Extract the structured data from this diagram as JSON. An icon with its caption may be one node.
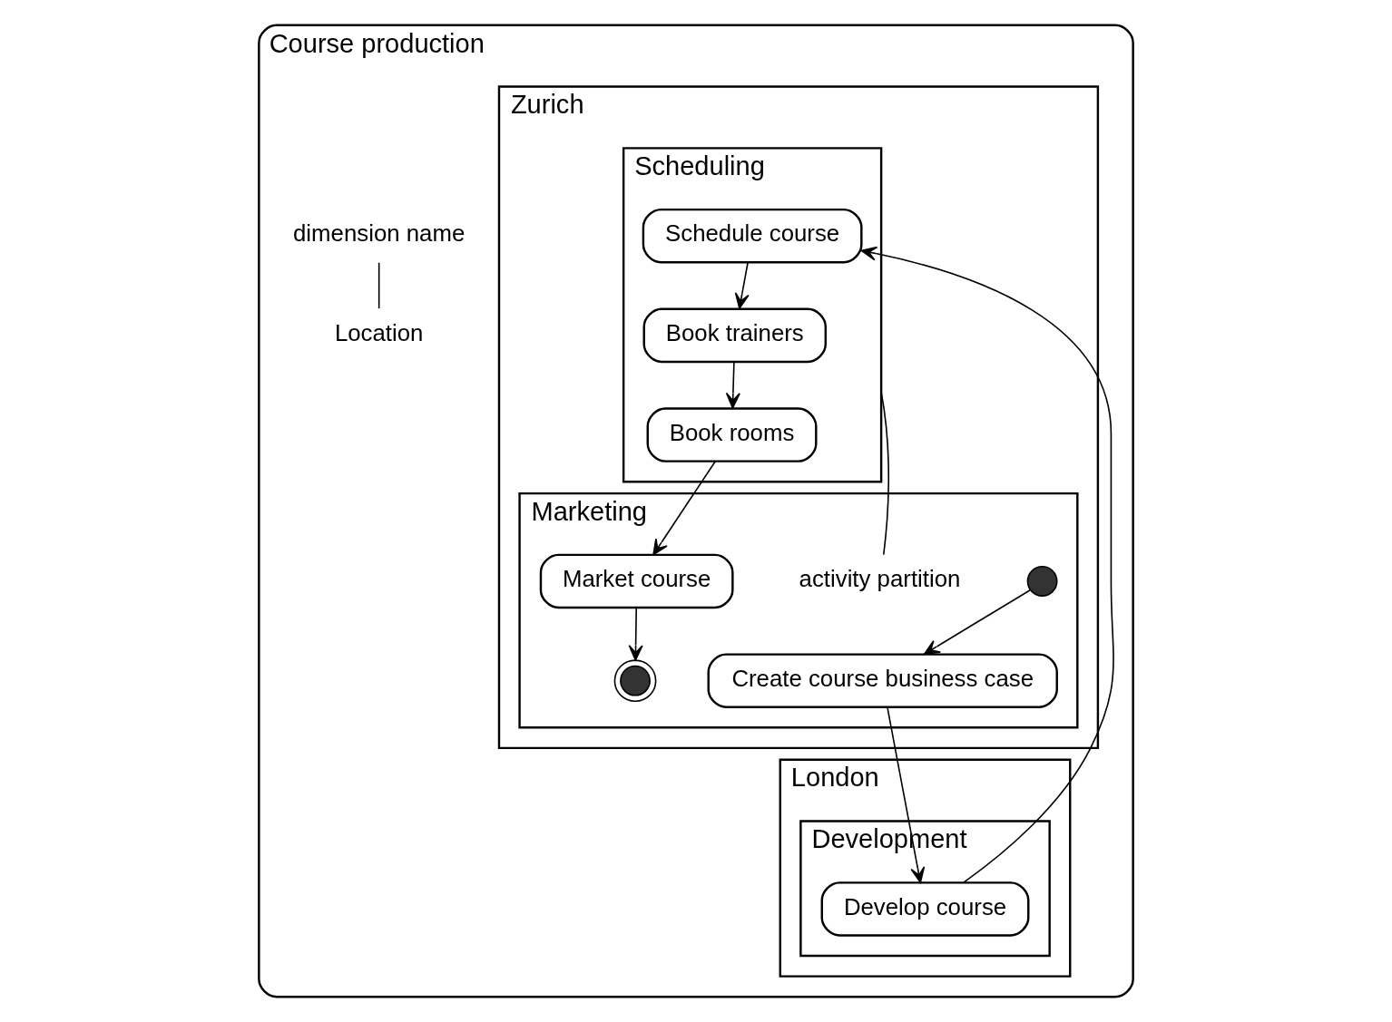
{
  "diagram": {
    "nodes": [
      {
        "text": [
          "Course production"
        ]
      },
      {
        "text": [
          "dimension name"
        ],
        "in": 0
      },
      {
        "text": [
          "Location"
        ],
        "in": 0
      },
      {
        "text": [
          "Zurich"
        ],
        "in": 0
      },
      {
        "text": [
          "Marketing"
        ],
        "in": 3
      },
      {
        "text": [
          "Scheduling"
        ],
        "in": 3
      },
      {
        "text": [
          "London"
        ],
        "in": 0
      },
      {
        "text": [
          "Development"
        ],
        "in": 6
      },
      {
        "text": [],
        "shape": "circle",
        "in": 4
      },
      {
        "text": [
          "Create course business case"
        ],
        "in": 4
      },
      {
        "text": [
          "Develop course"
        ],
        "in": 7
      },
      {
        "text": [
          "Schedule course"
        ],
        "in": 5
      },
      {
        "text": [
          "activity partition"
        ],
        "in": 4
      },
      {
        "text": [
          "Book trainers"
        ],
        "in": 5
      },
      {
        "text": [
          "Market course"
        ],
        "in": 4
      },
      {
        "text": [
          "Book rooms"
        ],
        "in": 5
      },
      {
        "text": [],
        "shape": "circle",
        "in": 4
      }
    ],
    "edges": [
      {
        "from": 1,
        "to": 2,
        "arrow": "none"
      },
      {
        "from": 8,
        "to": 9,
        "arrow": "to"
      },
      {
        "from": 9,
        "to": 10,
        "arrow": "to"
      },
      {
        "from": 10,
        "to": 11,
        "arrow": "to"
      },
      {
        "from": 11,
        "to": 13,
        "arrow": "to"
      },
      {
        "from": 13,
        "to": 15,
        "arrow": "to"
      },
      {
        "from": 15,
        "to": 14,
        "arrow": "to"
      },
      {
        "from": 14,
        "to": 16,
        "arrow": "to"
      },
      {
        "from": 12,
        "to": 5,
        "arrow": "none"
      }
    ]
  }
}
